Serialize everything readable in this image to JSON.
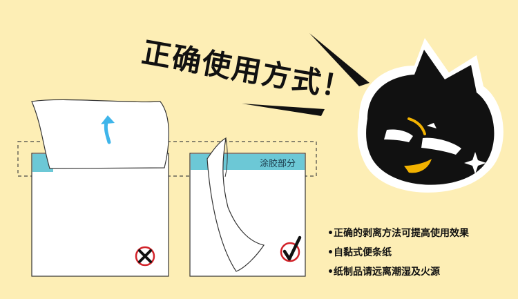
{
  "title": "正确使用方式！",
  "glue_label": "涂胶部分",
  "bullets": [
    "•正确的剥离方法可提高使用效果",
    "•自黏式便条纸",
    "•纸制品请远离潮湿及火源"
  ],
  "colors": {
    "background": "#fdeeb5",
    "glue_strip": "#6cc8d6",
    "arrow": "#3fb5ea",
    "cat_body": "#111111",
    "cat_accent": "#f2b200",
    "wrong_mark": "#d2232a"
  },
  "icons": {
    "wrong": "x-circle-icon",
    "right": "check-circle-icon",
    "arrow": "peel-up-arrow-icon",
    "mascot": "black-cat-mascot-icon"
  }
}
